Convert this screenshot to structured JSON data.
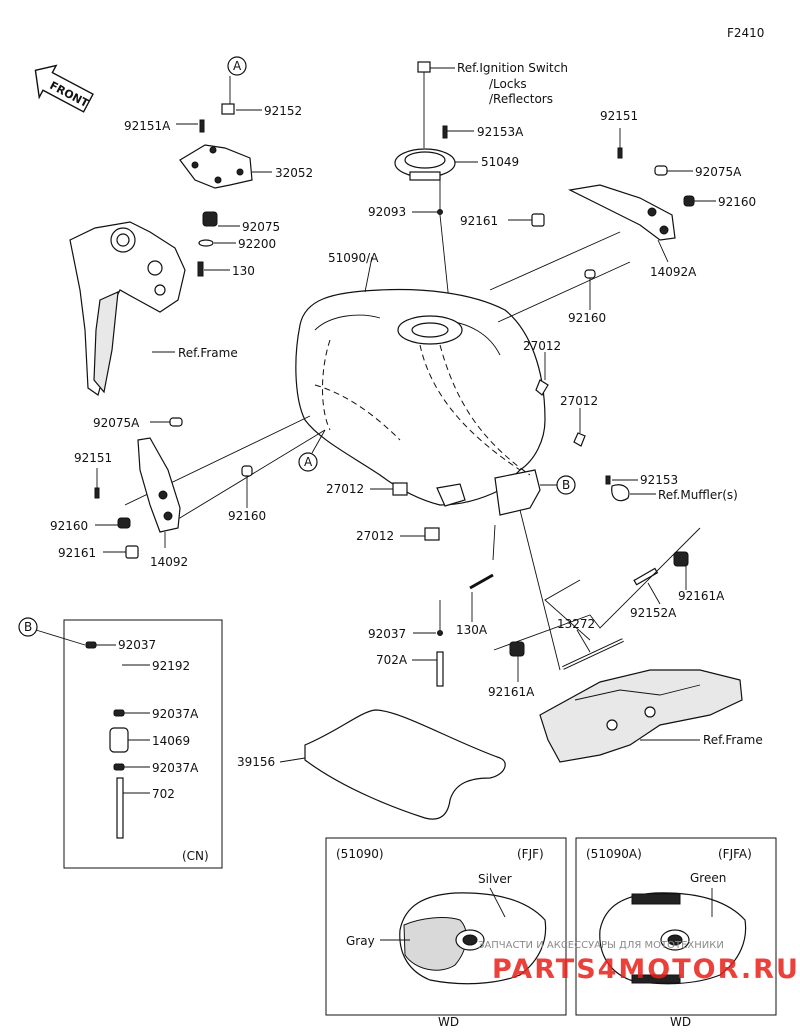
{
  "diagram_code": "F2410",
  "front_label": "FRONT",
  "refs": {
    "ignition": "Ref.Ignition Switch",
    "locks": "/Locks",
    "reflectors": "/Reflectors",
    "frame_left": "Ref.Frame",
    "frame_right": "Ref.Frame",
    "muffler": "Ref.Muffler(s)"
  },
  "callouts": {
    "A": "A",
    "B": "B"
  },
  "parts": {
    "p92151A": "92151A",
    "p92152": "92152",
    "p32052": "32052",
    "p92075": "92075",
    "p92200": "92200",
    "p130": "130",
    "p51090A": "51090/A",
    "p92153A": "92153A",
    "p51049": "51049",
    "p92093": "92093",
    "p92161_top": "92161",
    "p92151_top": "92151",
    "p92075A_top": "92075A",
    "p92160_top": "92160",
    "p14092A": "14092A",
    "p92160_mid": "92160",
    "p27012_a": "27012",
    "p27012_b": "27012",
    "p27012_c": "27012",
    "p27012_d": "27012",
    "p92075A_left": "92075A",
    "p92151_left": "92151",
    "p92160_left": "92160",
    "p92161_left": "92161",
    "p14092": "14092",
    "p92160_low": "92160",
    "p92153": "92153",
    "p92161A_right": "92161A",
    "p92152A": "92152A",
    "p13272": "13272",
    "p92161A_low": "92161A",
    "p92037": "92037",
    "p130A": "130A",
    "p702A": "702A",
    "p39156": "39156"
  },
  "cn_box": {
    "items": [
      "92037",
      "92192",
      "92037A",
      "14069",
      "92037A",
      "702"
    ],
    "label": "(CN)"
  },
  "variant_fjf": {
    "part": "(51090)",
    "code": "(FJF)",
    "color_a": "Silver",
    "color_b": "Gray",
    "footer": "WD"
  },
  "variant_fjfa": {
    "part": "(51090A)",
    "code": "(FJFA)",
    "color_a": "Green",
    "footer": "WD"
  },
  "watermark": {
    "line1": "ЗАПЧАСТИ И АКСЕССУАРЫ ДЛЯ МОТОТЕХНИКИ",
    "line2": "PARTS4MOTOR.RU"
  },
  "colors": {
    "line": "#111111",
    "watermark": "#e8201a",
    "background": "#ffffff"
  }
}
